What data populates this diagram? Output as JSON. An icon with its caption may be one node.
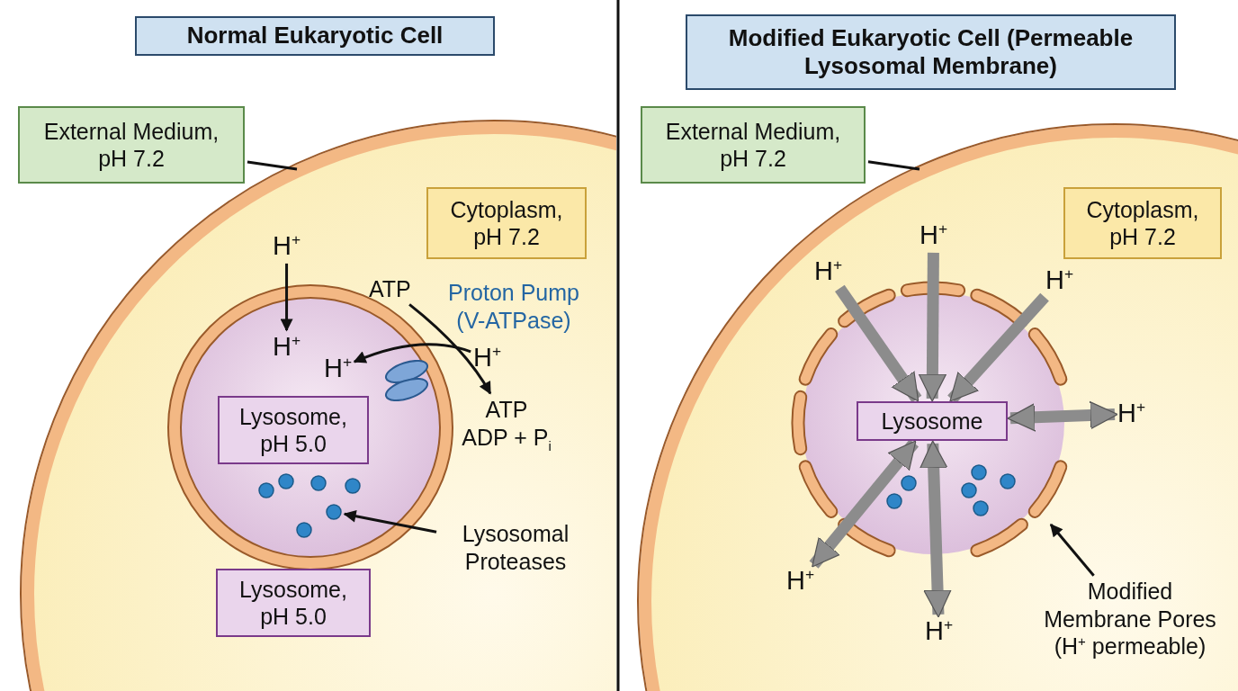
{
  "diagram": {
    "nodes": [
      {
        "text": [
          "Normal Eukaryotic Cell"
        ]
      },
      {
        "text": [
          "External Medium, pH 7.2"
        ]
      },
      {
        "text": [
          "Cytoplasm, pH 7.2"
        ]
      },
      {
        "text": [
          "H$^{+}$"
        ]
      },
      {
        "text": [
          "ATP"
        ]
      },
      {
        "text": [],
        "shape": "circle"
      },
      {
        "text": [
          "H$^{+}$"
        ]
      },
      {
        "text": [
          "H$^{+}$"
        ]
      },
      {
        "text": [
          "H$^{+}$"
        ]
      },
      {
        "text": [
          "Lysosome, pH 5.0"
        ]
      },
      {
        "text": [
          "ATP",
          "ADP + P$_{i}$"
        ]
      },
      {
        "text": [],
        "shape": "circle"
      },
      {
        "text": [],
        "shape": "circle"
      },
      {
        "text": [],
        "shape": "circle"
      },
      {
        "text": [],
        "shape": "circle"
      },
      {
        "text": [],
        "shape": "circle"
      },
      {
        "text": [],
        "shape": "circle"
      },
      {
        "text": [
          "Lysosomal Proteases"
        ]
      },
      {
        "text": [
          "Lysosome, pH 5.0"
        ]
      },
      {
        "text": [
          "Modified Eukaryotic Cell (Permeable Lysosomal Membrane)"
        ]
      },
      {
        "text": [
          "External Medium, pH 7.2"
        ]
      },
      {
        "text": [
          "Cytoplasm, pH 7.2"
        ]
      },
      {
        "text": [
          "H$^{+}$"
        ]
      },
      {
        "text": [
          "H$^{+}$"
        ]
      },
      {
        "text": [
          "H$^{+}$"
        ]
      },
      {
        "text": [
          "Lysosome"
        ]
      },
      {
        "text": [
          "H$^{+}$"
        ]
      },
      {
        "text": [],
        "shape": "circle"
      },
      {
        "text": [],
        "shape": "circle"
      },
      {
        "text": [],
        "shape": "circle"
      },
      {
        "text": [],
        "shape": "circle"
      },
      {
        "text": [],
        "shape": "circle"
      },
      {
        "text": [],
        "shape": "circle"
      },
      {
        "text": [
          "H$^{+}$"
        ]
      },
      {
        "text": [
          "H$^{+}$"
        ]
      },
      {
        "text": [
          "Modified Membrane Pores (H$^{+}$ permeable)"
        ]
      }
    ],
    "edges": [
      {
        "from": 1,
        "to": null,
        "arrow": "none"
      },
      {
        "from": 3,
        "to": 6,
        "arrow": "to"
      },
      {
        "from": 8,
        "to": 7,
        "arrow": "to"
      },
      {
        "from": 4,
        "to": 10,
        "arrow": "to"
      },
      {
        "from": 17,
        "to": 15,
        "arrow": "to"
      },
      {
        "from": 20,
        "to": null,
        "arrow": "none"
      },
      {
        "from": 22,
        "to": 25,
        "arrow": "to",
        "style": "thick",
        "color": "#8c8c8c"
      },
      {
        "from": 23,
        "to": 25,
        "arrow": "to",
        "style": "thick",
        "color": "#8c8c8c"
      },
      {
        "from": 24,
        "to": 25,
        "arrow": "to",
        "style": "thick",
        "color": "#8c8c8c"
      },
      {
        "from": 25,
        "to": 26,
        "arrow": "both",
        "style": "thick",
        "color": "#8c8c8c"
      },
      {
        "from": 25,
        "to": 33,
        "arrow": "both",
        "style": "thick",
        "color": "#8c8c8c"
      },
      {
        "from": 25,
        "to": 34,
        "arrow": "both",
        "style": "thick",
        "color": "#8c8c8c"
      },
      {
        "from": 35,
        "to": null,
        "arrow": "to"
      }
    ],
    "labels": [
      "Proton Pump (V-ATPase)"
    ]
  }
}
